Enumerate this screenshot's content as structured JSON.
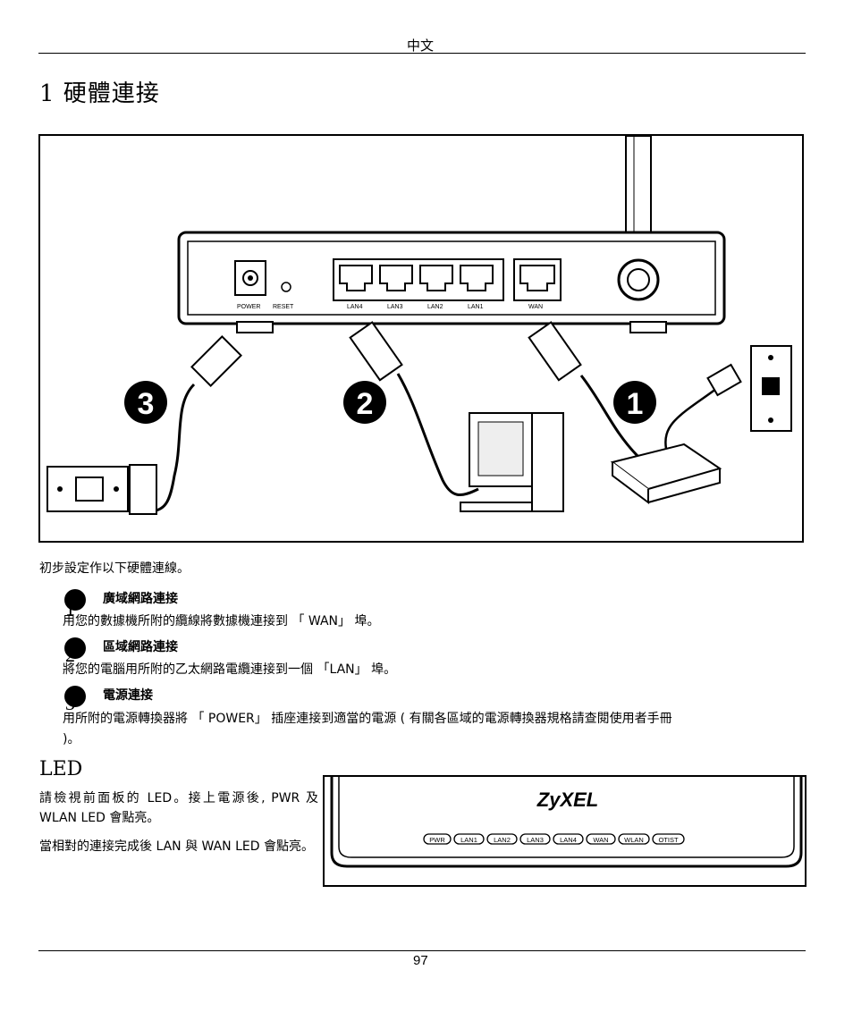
{
  "header": {
    "language": "中文"
  },
  "section": {
    "title": "1 硬體連接"
  },
  "figure": {
    "port_labels": {
      "power": "POWER",
      "reset": "RESET",
      "lan4": "LAN4",
      "lan3": "LAN3",
      "lan2": "LAN2",
      "lan1": "LAN1",
      "wan": "WAN"
    },
    "callouts": [
      "3",
      "2",
      "1"
    ]
  },
  "intro": "初步設定作以下硬體連線。",
  "steps": [
    {
      "number": "1",
      "title": "廣域網路連接",
      "body": "用您的數據機所附的纜線將數據機連接到 「 WAN」 埠。"
    },
    {
      "number": "2",
      "title": "區域網路連接",
      "body": "將您的電腦用所附的乙太網路電纜連接到一個 「LAN」 埠。"
    },
    {
      "number": "3",
      "title": "電源連接",
      "body": "用所附的電源轉換器將 「 POWER」 插座連接到適當的電源 ( 有關各區域的電源轉換器規格請查閱使用者手冊",
      "body_cont": ")。"
    }
  ],
  "led": {
    "title": "LED",
    "para1": "請檢視前面板的 LED。接上電源後, PWR 及 WLAN LED 會點亮。",
    "para2": "當相對的連接完成後 LAN 與 WAN LED 會點亮。",
    "brand": "ZyXEL",
    "indicators": [
      "PWR",
      "LAN1",
      "LAN2",
      "LAN3",
      "LAN4",
      "WAN",
      "WLAN",
      "OTIST"
    ]
  },
  "footer": {
    "page_number": "97"
  }
}
